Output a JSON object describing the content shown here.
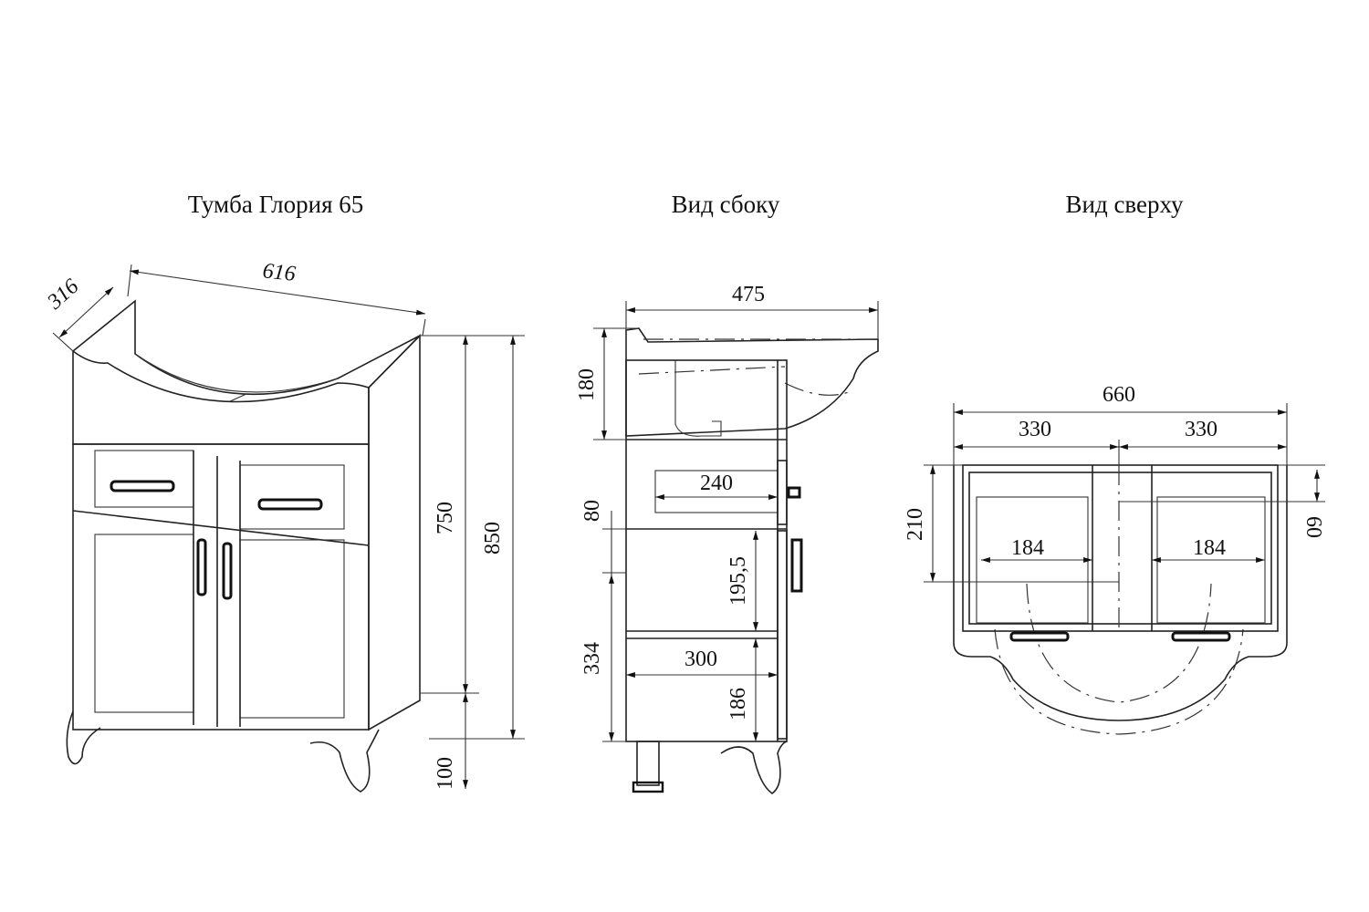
{
  "titles": {
    "front": "Тумба Глория 65",
    "side": "Вид сбоку",
    "top": "Вид сверху"
  },
  "front_dims": {
    "width": "616",
    "depth": "316",
    "body_height": "750",
    "total_height": "850",
    "leg_height": "100"
  },
  "side_dims": {
    "depth": "475",
    "basin_height": "180",
    "drawer_depth": "240",
    "drawer_gap": "80",
    "upper_section": "195,5",
    "lower_section": "334",
    "shelf_depth": "300",
    "lower_height": "186"
  },
  "top_dims": {
    "total_width": "660",
    "half_left": "330",
    "half_right": "330",
    "depth": "210",
    "inset": "60",
    "cutout_left": "184",
    "cutout_right": "184"
  }
}
